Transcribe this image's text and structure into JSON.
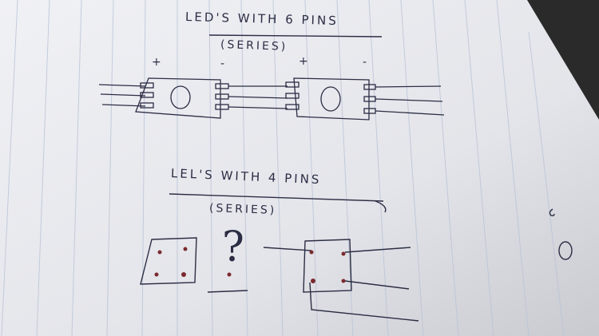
{
  "notes": {
    "heading_six_pins": "LED'S WITH 6 PINS",
    "subheading_six_pins": "(SERIES)",
    "heading_four_pins": "LEL'S WITH 4 PINS",
    "subheading_four_pins": "(SERIES)",
    "question_mark": "?",
    "polarity_labels": [
      "+",
      "-",
      "+",
      "-"
    ],
    "margin_marks": [
      "c",
      "0"
    ]
  },
  "colors": {
    "paper": "#e9e9ee",
    "ruled_line": "#b9c3d6",
    "ink": "#2b2d44",
    "led_dot": "#7a2a2f",
    "background": "#2a2a2a"
  }
}
